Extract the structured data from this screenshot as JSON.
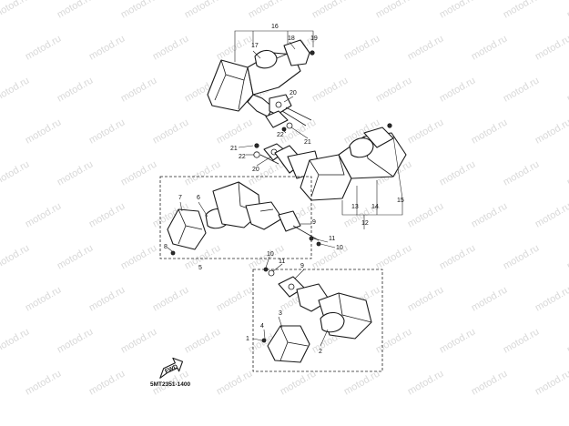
{
  "watermark": {
    "text": "motod.ru"
  },
  "callouts": {
    "c1": "1",
    "c2": "2",
    "c3": "3",
    "c4": "4",
    "c5": "5",
    "c6": "6",
    "c7": "7",
    "c8": "8",
    "c9a": "9",
    "c9b": "9",
    "c10a": "10",
    "c10b": "10",
    "c11a": "11",
    "c11b": "11",
    "c12": "12",
    "c13": "13",
    "c14": "14",
    "c15": "15",
    "c16": "16",
    "c17": "17",
    "c18": "18",
    "c19": "19",
    "c20a": "20",
    "c20b": "20",
    "c21a": "21",
    "c21b": "21",
    "c22a": "22",
    "c22b": "22"
  },
  "diagram_code": "5MT2351-1400",
  "arrow_label": "FWD"
}
